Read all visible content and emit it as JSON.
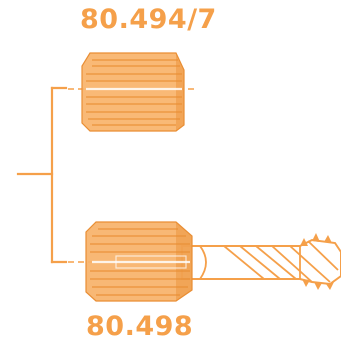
{
  "labels": {
    "top": "80.494/7",
    "bottom": "80.498"
  },
  "colors": {
    "accent": "#F5A04A",
    "fill": "#F8B36A",
    "fill_dark": "#E98E34",
    "white_line": "#ffffff"
  },
  "icons": {
    "top_item": "collet-icon",
    "bottom_item": "collet-with-tap-icon",
    "connector": "bracket-connector"
  }
}
